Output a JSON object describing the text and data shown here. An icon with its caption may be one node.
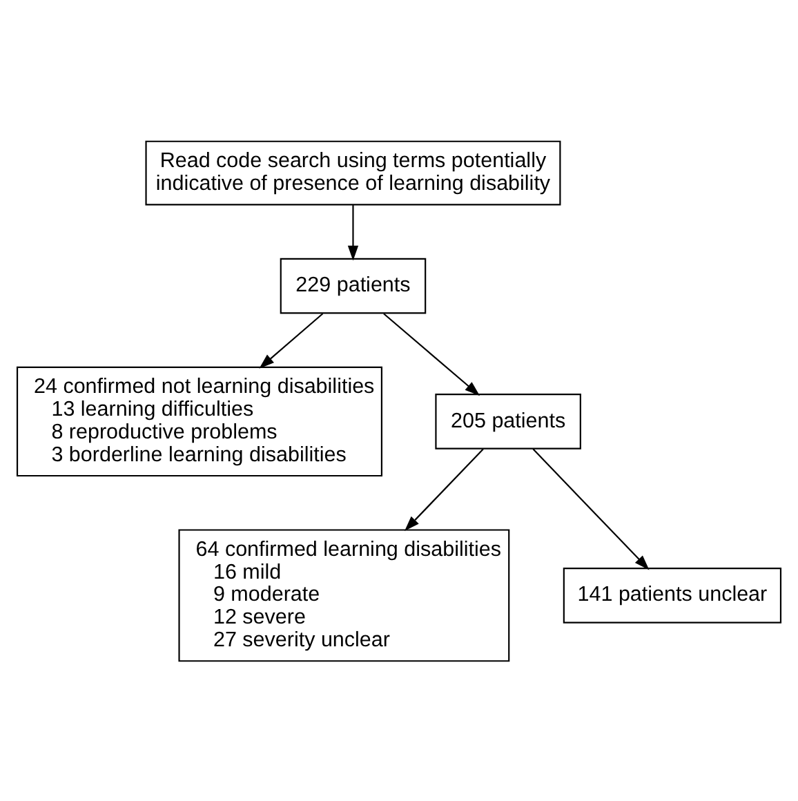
{
  "diagram": {
    "nodes": [
      {
        "text": [
          "Read code search using terms potentially indicative of presence of learning disability"
        ]
      },
      {
        "text": [
          "229 patients"
        ]
      },
      {
        "text": [
          "24 confirmed not learning disabilities",
          "13 learning difficulties",
          "8 reproductive problems",
          "3 borderline learning disabilities"
        ]
      },
      {
        "text": [
          "205 patients"
        ]
      },
      {
        "text": [
          "64 confirmed learning disabilities",
          "16 mild",
          "9 moderate",
          "12 severe",
          "27 severity unclear"
        ]
      },
      {
        "text": [
          "141 patients unclear"
        ]
      }
    ],
    "edges": [
      {
        "from": 0,
        "to": 1,
        "arrow": "to"
      },
      {
        "from": 1,
        "to": 2,
        "arrow": "to"
      },
      {
        "from": 1,
        "to": 3,
        "arrow": "to"
      },
      {
        "from": 3,
        "to": 4,
        "arrow": "to"
      },
      {
        "from": 3,
        "to": 5,
        "arrow": "to"
      }
    ]
  }
}
